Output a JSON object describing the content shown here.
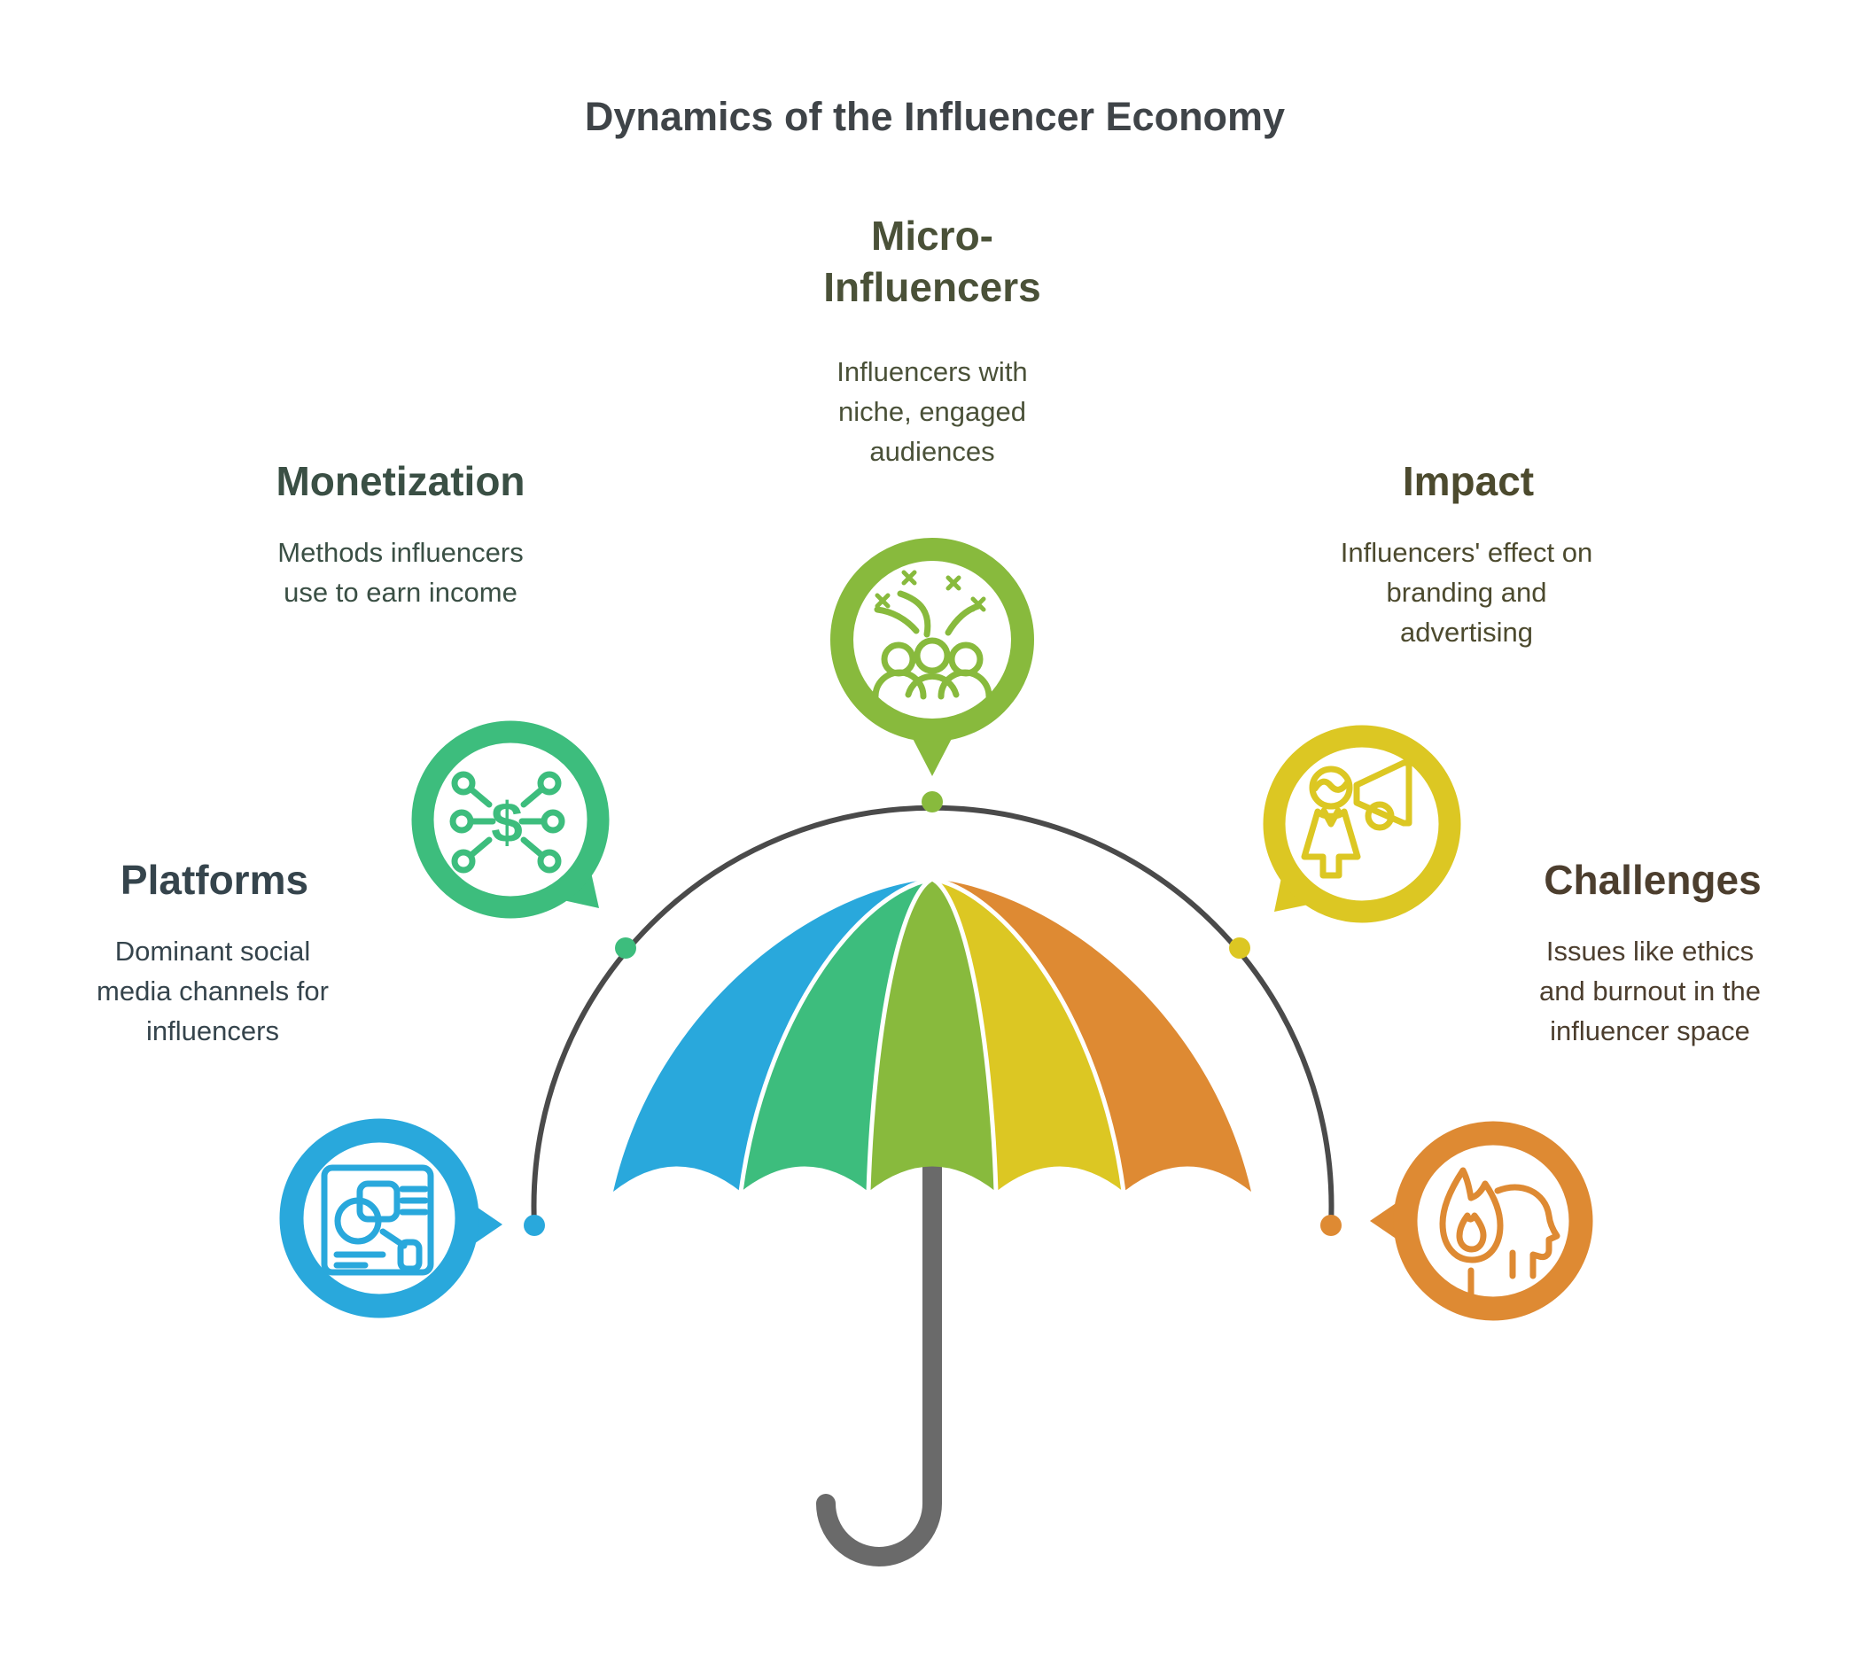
{
  "title": "Dynamics of the Influencer Economy",
  "colors": {
    "blue": "#29a8dc",
    "green": "#3dbd7d",
    "olive": "#88ba3d",
    "yellow": "#dcc723",
    "orange": "#de8a33",
    "arc": "#4a4a4a",
    "pole": "#6a6a6a",
    "title_text": "#3f4448",
    "micro_text": "#4a5138",
    "monetization_text": "#3a4f44",
    "impact_text": "#4c4a2e",
    "platforms_text": "#35444c",
    "challenges_text": "#4c3e2e"
  },
  "sections": [
    {
      "id": "micro-influencers",
      "title": "Micro-Influencers",
      "description": "Influencers with niche, engaged audiences",
      "icon": "crowd-celebration-icon",
      "color": "#88ba3d"
    },
    {
      "id": "monetization",
      "title": "Monetization",
      "description": "Methods influencers use to earn income",
      "icon": "dollar-network-icon",
      "icon_glyph": "$",
      "color": "#3dbd7d"
    },
    {
      "id": "impact",
      "title": "Impact",
      "description": "Influencers' effect on branding and advertising",
      "icon": "person-megaphone-icon",
      "color": "#dcc723"
    },
    {
      "id": "platforms",
      "title": "Platforms",
      "description": "Dominant social media channels for influencers",
      "icon": "analytics-report-icon",
      "color": "#29a8dc"
    },
    {
      "id": "challenges",
      "title": "Challenges",
      "description": "Issues like ethics and burnout in the influencer space",
      "icon": "burnout-flame-head-icon",
      "color": "#de8a33"
    }
  ]
}
